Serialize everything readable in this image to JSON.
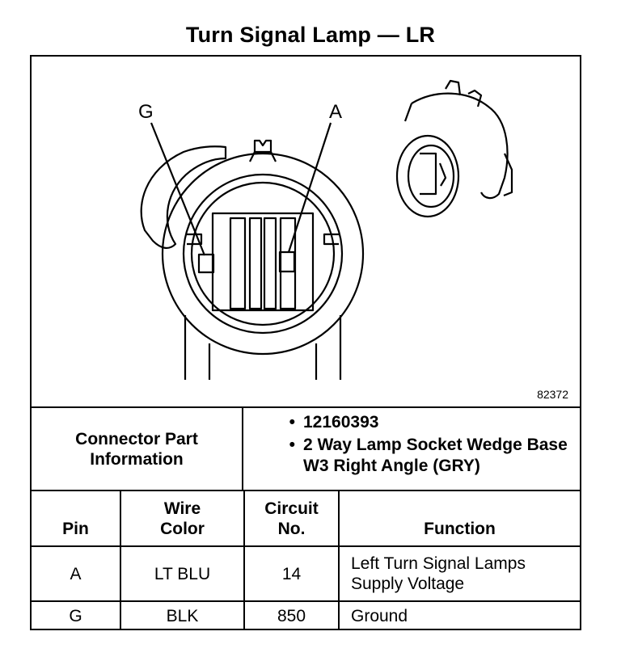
{
  "title": "Turn Signal Lamp — LR",
  "figure": {
    "label_g": "G",
    "label_a": "A",
    "figure_number": "82372"
  },
  "connector_info": {
    "label": "Connector Part Information",
    "items": [
      "12160393",
      "2 Way Lamp Socket Wedge Base W3 Right Angle (GRY)"
    ]
  },
  "table": {
    "headers": {
      "pin": "Pin",
      "wire_color": "Wire Color",
      "circuit_no": "Circuit No.",
      "function": "Function"
    },
    "rows": [
      {
        "pin": "A",
        "wire_color": "LT BLU",
        "circuit_no": "14",
        "function": "Left Turn Signal Lamps Supply Voltage"
      },
      {
        "pin": "G",
        "wire_color": "BLK",
        "circuit_no": "850",
        "function": "Ground"
      }
    ]
  }
}
